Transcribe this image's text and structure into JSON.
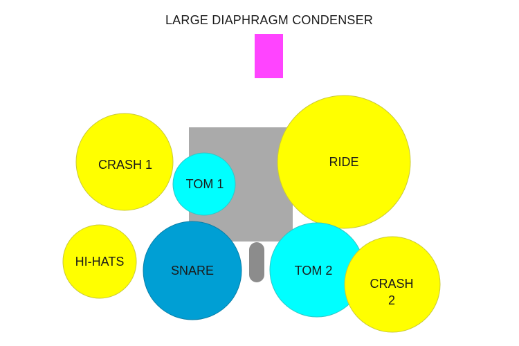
{
  "title": "LARGE DIAPHRAGM CONDENSER",
  "colors": {
    "microphone": "#ff44ff",
    "kick": "#aaaaaa",
    "throne": "#8c8c8c",
    "cymbal": "#ffff00",
    "cymbal_stroke": "#c9c93a",
    "tom": "#00ffff",
    "tom_stroke": "#33c4c4",
    "snare": "#009fd4",
    "snare_stroke": "#0a7fa8",
    "text": "#1a1a1a"
  },
  "pieces": {
    "crash1": {
      "lines": [
        "CRASH 1"
      ]
    },
    "tom1": {
      "lines": [
        "TOM 1"
      ]
    },
    "ride": {
      "lines": [
        "RIDE"
      ]
    },
    "hihats": {
      "lines": [
        "HI-HATS"
      ]
    },
    "snare": {
      "lines": [
        "SNARE"
      ]
    },
    "tom2": {
      "lines": [
        "TOM 2"
      ]
    },
    "crash2": {
      "lines": [
        "CRASH",
        "2"
      ]
    }
  }
}
